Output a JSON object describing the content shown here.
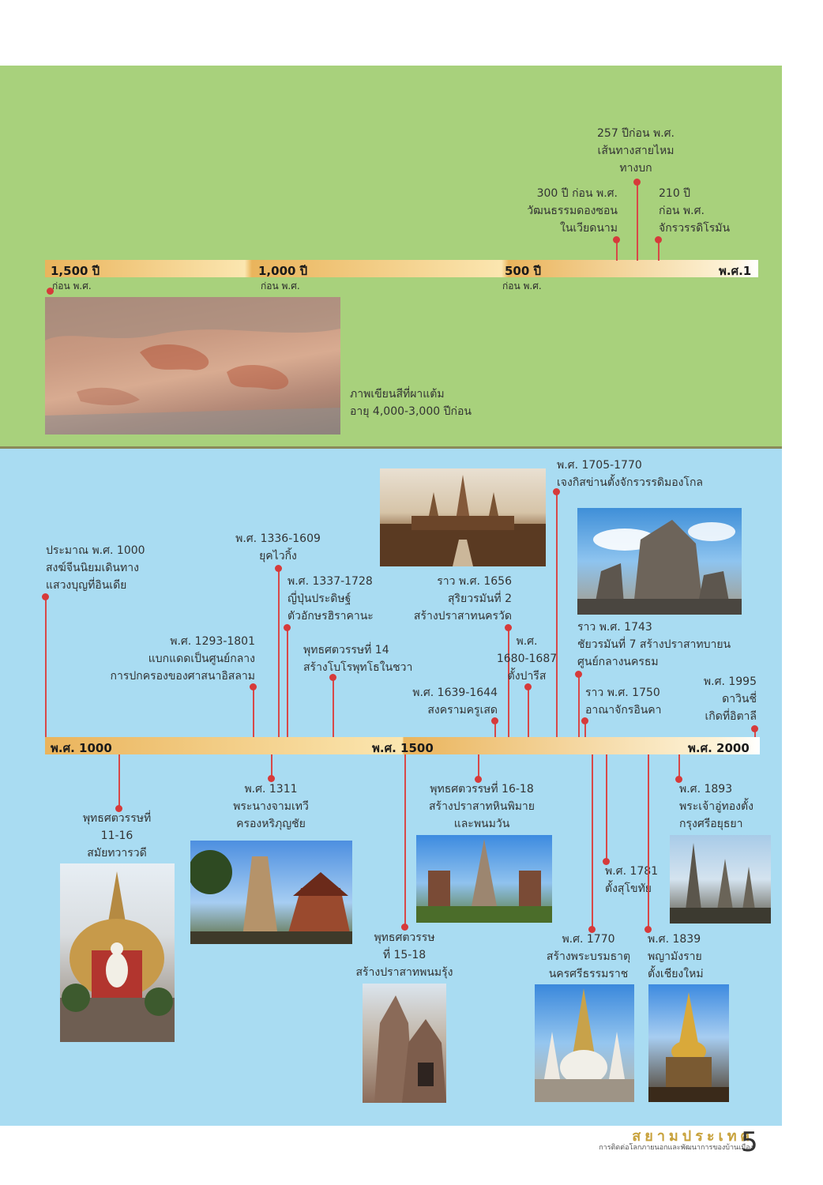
{
  "top_timeline": {
    "ticks": [
      {
        "label": "1,500 ปี",
        "sub": "ก่อน พ.ศ."
      },
      {
        "label": "1,000 ปี",
        "sub": "ก่อน พ.ศ."
      },
      {
        "label": "500 ปี",
        "sub": "ก่อน พ.ศ."
      },
      {
        "label": "พ.ศ.1",
        "sub": ""
      }
    ],
    "events": [
      {
        "lines": [
          "257 ปีก่อน พ.ศ.",
          "เส้นทางสายไหม",
          "ทางบก"
        ]
      },
      {
        "lines": [
          "300 ปี ก่อน พ.ศ.",
          "วัฒนธรรมดองซอน",
          "ในเวียดนาม"
        ]
      },
      {
        "lines": [
          "210 ปี",
          "ก่อน พ.ศ.",
          "จักรวรรดิโรมัน"
        ]
      }
    ],
    "caption": [
      "ภาพเขียนสีที่ผาแต้ม",
      "อายุ 4,000-3,000 ปีก่อน"
    ]
  },
  "bottom_timeline": {
    "ticks": [
      "พ.ศ. 1000",
      "พ.ศ. 1500",
      "พ.ศ. 2000"
    ],
    "above": [
      {
        "lines": [
          "ประมาณ พ.ศ. 1000",
          "สงฆ์จีนนิยมเดินทาง",
          "แสวงบุญที่อินเดีย"
        ]
      },
      {
        "lines": [
          "พ.ศ. 1336-1609",
          "ยุคไวกิ้ง"
        ]
      },
      {
        "lines": [
          "พ.ศ. 1337-1728",
          "ญี่ปุ่นประดิษฐ์",
          "ตัวอักษรฮิราคานะ"
        ]
      },
      {
        "lines": [
          "พ.ศ. 1293-1801",
          "แบกแดดเป็นศูนย์กลาง",
          "การปกครองของศาสนาอิสลาม"
        ]
      },
      {
        "lines": [
          "พุทธศตวรรษที่ 14",
          "สร้างโบโรพุทโธในชวา"
        ]
      },
      {
        "lines": [
          "ราว พ.ศ. 1656",
          "สุริยวรมันที่ 2",
          "สร้างปราสาทนครวัด"
        ]
      },
      {
        "lines": [
          "พ.ศ.",
          "1680-1687",
          "ตั้งปารีส"
        ]
      },
      {
        "lines": [
          "พ.ศ. 1639-1644",
          "สงครามครูเสด"
        ]
      },
      {
        "lines": [
          "พ.ศ. 1705-1770",
          "เจงกิสข่านตั้งจักรวรรดิมองโกล"
        ]
      },
      {
        "lines": [
          "ราว พ.ศ. 1743",
          "ชัยวรมันที่ 7 สร้างปราสาทบายน",
          "ศูนย์กลางนครธม"
        ]
      },
      {
        "lines": [
          "ราว พ.ศ. 1750",
          "อาณาจักรอินคา"
        ]
      },
      {
        "lines": [
          "พ.ศ. 1995",
          "ดาวินชี่",
          "เกิดที่อิตาลี"
        ]
      }
    ],
    "below": [
      {
        "lines": [
          "พุทธศตวรรษที่",
          "11-16",
          "สมัยทวารวดี"
        ]
      },
      {
        "lines": [
          "พ.ศ. 1311",
          "พระนางจามเทวี",
          "ครองหริภุญชัย"
        ]
      },
      {
        "lines": [
          "พุทธศตวรรษ",
          "ที่ 15-18",
          "สร้างปราสาทพนมรุ้ง"
        ]
      },
      {
        "lines": [
          "พุทธศตวรรษที่ 16-18",
          "สร้างปราสาทหินพิมาย",
          "และพนมวัน"
        ]
      },
      {
        "lines": [
          "พ.ศ. 1781",
          "ตั้งสุโขทัย"
        ]
      },
      {
        "lines": [
          "พ.ศ. 1770",
          "สร้างพระบรมธาตุ",
          "นครศรีธรรมราช"
        ]
      },
      {
        "lines": [
          "พ.ศ. 1839",
          "พญามังราย",
          "ตั้งเชียงใหม่"
        ]
      },
      {
        "lines": [
          "พ.ศ. 1893",
          "พระเจ้าอู่ทองตั้ง",
          "กรุงศรีอยุธยา"
        ]
      }
    ]
  },
  "footer": {
    "title": "สยามประเทศ",
    "subtitle": "การติดต่อโลกภายนอกและพัฒนาการของบ้านเมือง",
    "page": "5"
  }
}
